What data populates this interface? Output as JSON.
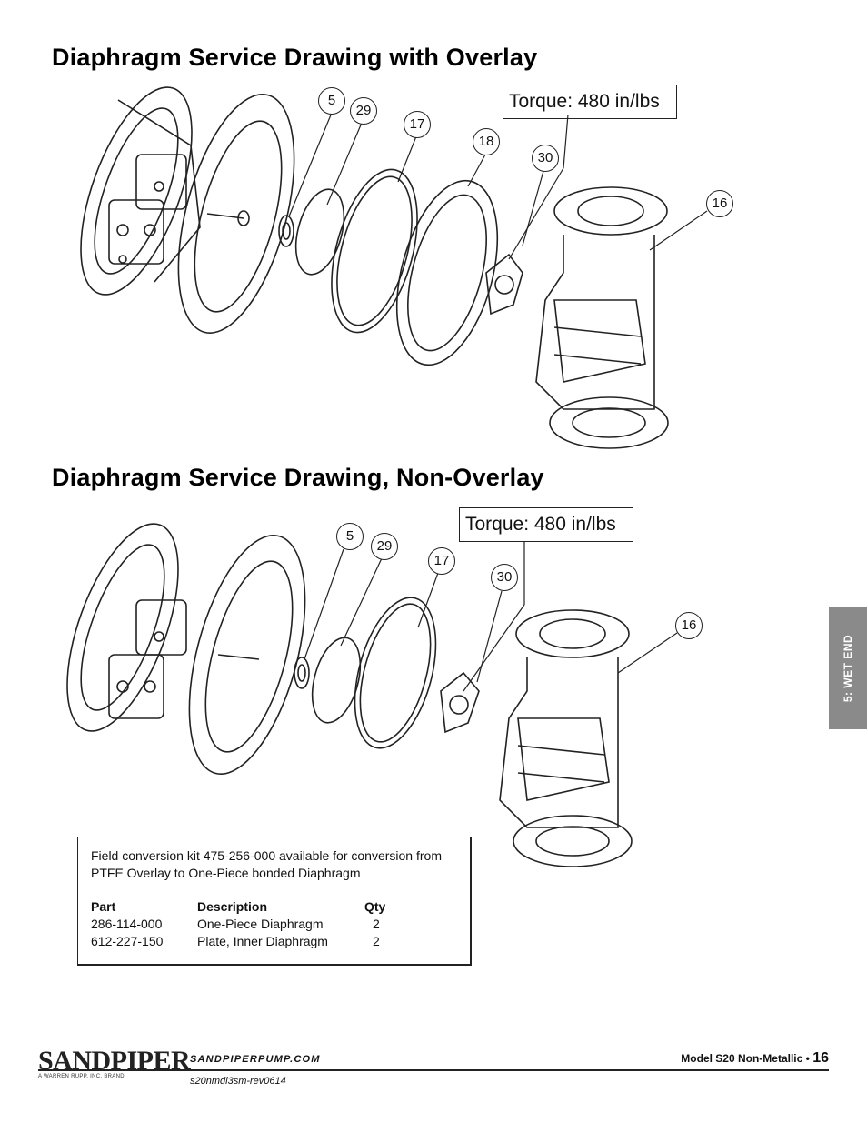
{
  "section_1": {
    "title": "Diaphragm Service Drawing with Overlay",
    "torque": "Torque: 480 in/lbs",
    "callouts": [
      "5",
      "29",
      "17",
      "18",
      "30",
      "16"
    ]
  },
  "section_2": {
    "title": "Diaphragm Service Drawing, Non-Overlay",
    "torque": "Torque: 480 in/lbs",
    "callouts": [
      "5",
      "29",
      "17",
      "30",
      "16"
    ]
  },
  "side_tab": "5: WET END",
  "note": {
    "intro": "Field conversion kit 475-256-000 available for conversion from PTFE Overlay to One-Piece bonded Diaphragm",
    "headers": [
      "Part",
      "Description",
      "Qty"
    ],
    "rows": [
      [
        "286-114-000",
        "One-Piece Diaphragm",
        "2"
      ],
      [
        "612-227-150",
        "Plate, Inner Diaphragm",
        "2"
      ]
    ]
  },
  "footer": {
    "logo": "SANDPIPER",
    "logo_tagline": "A WARREN RUPP, INC. BRAND",
    "url": "SANDPIPERPUMP.COM",
    "doc_id": "s20nmdl3sm-rev0614",
    "model": "Model S20 Non-Metallic",
    "separator": "•",
    "page": "16"
  }
}
